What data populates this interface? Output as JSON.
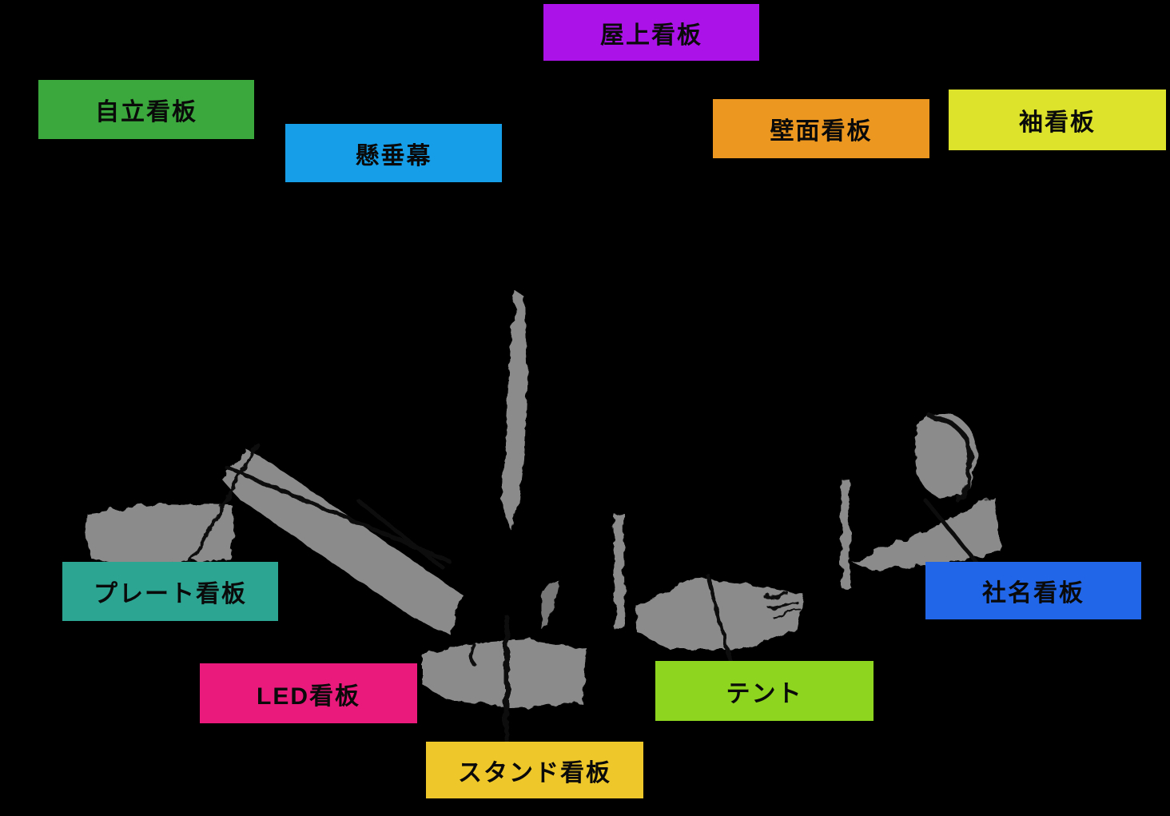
{
  "diagram": {
    "description_type": "signage-types-annotated-illustration",
    "background_color": "#000000",
    "sketch_color": "#8b8b8b",
    "leader_line_color": "#0c0c0c",
    "text_color": "#0a0a0a"
  },
  "labels": {
    "okujo": {
      "text": "屋上看板",
      "color": "#ab12e8"
    },
    "jiritsu": {
      "text": "自立看板",
      "color": "#3aa83c"
    },
    "kensui": {
      "text": "懸垂幕",
      "color": "#169fe8"
    },
    "hekimen": {
      "text": "壁面看板",
      "color": "#eb9720"
    },
    "sode": {
      "text": "袖看板",
      "color": "#dde32b"
    },
    "plate": {
      "text": "プレート看板",
      "color": "#2da593"
    },
    "shamei": {
      "text": "社名看板",
      "color": "#2166e8"
    },
    "led": {
      "text": "LED看板",
      "color": "#ea1a7c"
    },
    "tent": {
      "text": "テント",
      "color": "#8dd51e"
    },
    "stand": {
      "text": "スタンド看板",
      "color": "#eec72b"
    }
  }
}
